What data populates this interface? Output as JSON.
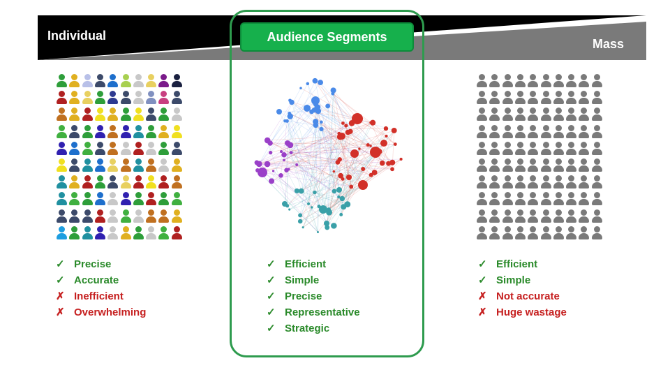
{
  "header": {
    "individual_label": "Individual",
    "mass_label": "Mass",
    "segments_label": "Audience Segments"
  },
  "individual": {
    "person_colors": [
      [
        "#2e9e3a",
        "#e0b020",
        "#b8c0e8",
        "#3c4a6a",
        "#1e6fcc",
        "#a8d050",
        "#c8c8c8",
        "#e8d060",
        "#7a1a8a",
        "#1a2040"
      ],
      [
        "#b02020",
        "#e0b020",
        "#e8d060",
        "#2e9e3a",
        "#2e3a90",
        "#3c4a6a",
        "#c8c8c8",
        "#8090c0",
        "#c84080",
        "#3c4a6a"
      ],
      [
        "#c07020",
        "#e0b020",
        "#b02020",
        "#f0e020",
        "#e0b020",
        "#2e9e3a",
        "#f0e020",
        "#3c4a6a",
        "#2e9e3a",
        "#c8c8c8"
      ],
      [
        "#40b040",
        "#3c4a6a",
        "#2e9e3a",
        "#3020b0",
        "#c07020",
        "#3020b0",
        "#2090a0",
        "#2e9e3a",
        "#e0b020",
        "#f0e020"
      ],
      [
        "#3020b0",
        "#1e6fcc",
        "#40b040",
        "#3c4a6a",
        "#c07020",
        "#c8c8c8",
        "#b02020",
        "#c8c8c8",
        "#2e9e3a",
        "#3c4a6a"
      ],
      [
        "#f0e020",
        "#3c4a6a",
        "#2090a0",
        "#1e6fcc",
        "#e8d060",
        "#c07020",
        "#2090a0",
        "#c07020",
        "#c8c8c8",
        "#e0b020"
      ],
      [
        "#2090a0",
        "#e0b020",
        "#b02020",
        "#2e9e3a",
        "#3c4a6a",
        "#e8d060",
        "#b02020",
        "#f0e020",
        "#b02020",
        "#c07020"
      ],
      [
        "#2090a0",
        "#40b040",
        "#2e9e3a",
        "#1e6fcc",
        "#c8c8c8",
        "#3020b0",
        "#2e9e3a",
        "#b02020",
        "#2e9e3a",
        "#40b040"
      ],
      [
        "#3c4a6a",
        "#3c4a6a",
        "#3c4a6a",
        "#b02020",
        "#c8c8c8",
        "#40b040",
        "#c8c8c8",
        "#c07020",
        "#c07020",
        "#e0b020"
      ],
      [
        "#1e9ee0",
        "#2e9e3a",
        "#2090a0",
        "#3020b0",
        "#c8c8c8",
        "#e0b020",
        "#2e9e3a",
        "#c8c8c8",
        "#40b040",
        "#b02020"
      ]
    ],
    "points": [
      {
        "mark": "✓",
        "text": "Precise",
        "kind": "good"
      },
      {
        "mark": "✓",
        "text": "Accurate",
        "kind": "good"
      },
      {
        "mark": "✗",
        "text": "Inefficient",
        "kind": "bad"
      },
      {
        "mark": "✗",
        "text": "Overwhelming",
        "kind": "bad"
      }
    ]
  },
  "segments": {
    "cluster_colors": {
      "red": "#d23028",
      "blue": "#4a8ae8",
      "purple": "#9a40c8",
      "teal": "#3aa0a8"
    },
    "points": [
      {
        "mark": "✓",
        "text": "Efficient",
        "kind": "good"
      },
      {
        "mark": "✓",
        "text": "Simple",
        "kind": "good"
      },
      {
        "mark": "✓",
        "text": "Precise",
        "kind": "good"
      },
      {
        "mark": "✓",
        "text": "Representative",
        "kind": "good"
      },
      {
        "mark": "✓",
        "text": "Strategic",
        "kind": "good"
      }
    ]
  },
  "mass": {
    "person_color": "#7a7a7a",
    "rows": 10,
    "cols": 10,
    "points": [
      {
        "mark": "✓",
        "text": "Efficient",
        "kind": "good"
      },
      {
        "mark": "✓",
        "text": "Simple",
        "kind": "good"
      },
      {
        "mark": "✗",
        "text": "Not accurate",
        "kind": "bad"
      },
      {
        "mark": "✗",
        "text": "Huge wastage",
        "kind": "bad"
      }
    ]
  },
  "colors": {
    "banner_black": "#000000",
    "banner_gray": "#7a7a7a",
    "accent_green": "#16b04c",
    "good": "#2a8a2a",
    "bad": "#c62020"
  }
}
